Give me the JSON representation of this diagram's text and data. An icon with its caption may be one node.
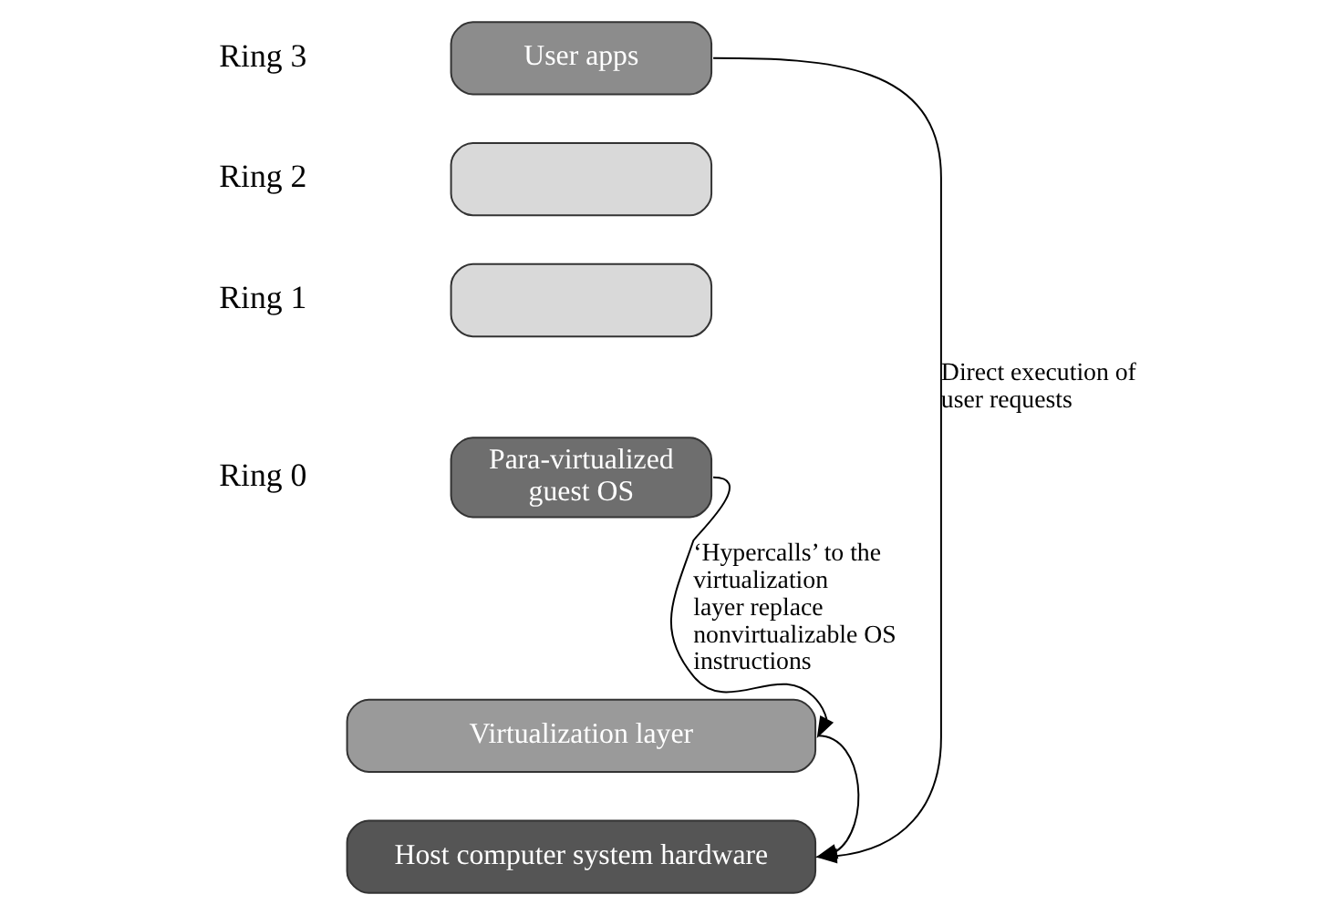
{
  "diagram": {
    "nodes": [
      {
        "text": [
          "User apps"
        ]
      },
      {
        "text": [],
        "shape": "box"
      },
      {
        "text": [],
        "shape": "box"
      },
      {
        "text": [
          "Para-virtualized",
          "guest OS"
        ]
      },
      {
        "text": [
          "Virtualization layer"
        ]
      },
      {
        "text": [
          "Host computer system hardware"
        ]
      }
    ],
    "edges": [
      {
        "from": 0,
        "to": 5,
        "arrow": "to",
        "label": "Direct execution of user requests"
      },
      {
        "from": 3,
        "to": 4,
        "arrow": "to",
        "label": "‘Hypercalls’ to the virtualization layer replace nonvirtualizable OS instructions"
      },
      {
        "from": 4,
        "to": 5,
        "arrow": "to"
      }
    ],
    "labels": [
      "Ring 3",
      "Ring 2",
      "Ring 1",
      "Ring 0"
    ]
  }
}
